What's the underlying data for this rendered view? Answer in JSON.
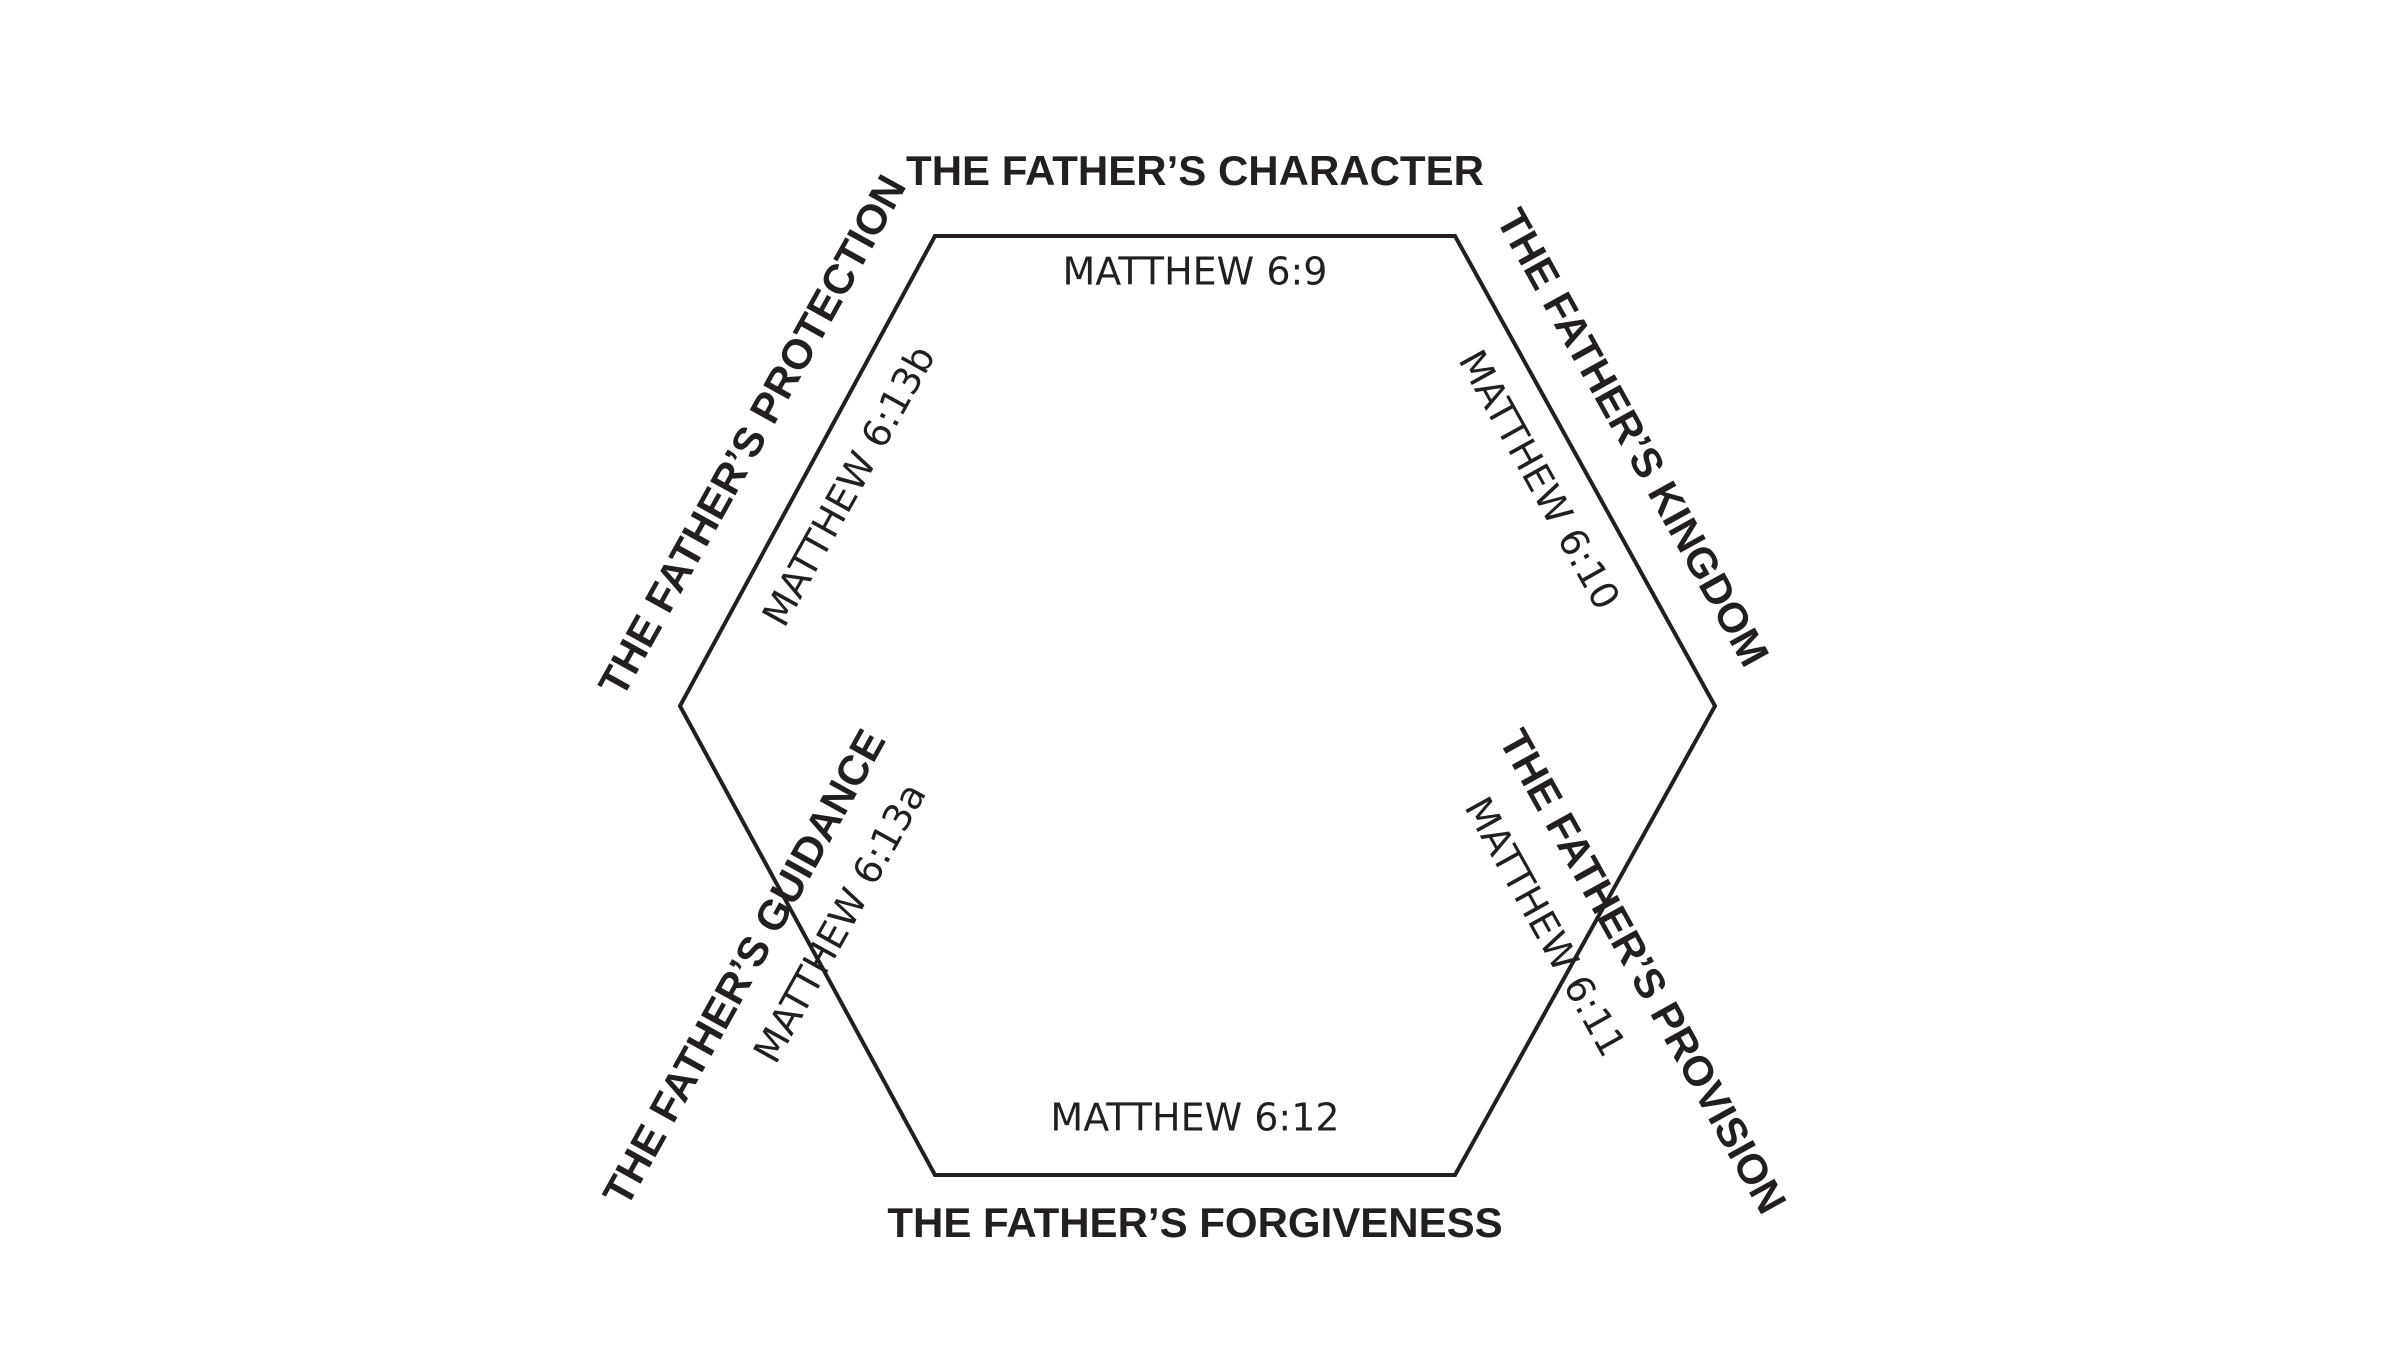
{
  "sides": [
    {
      "id": "top",
      "title": "THE FATHER’S CHARACTER",
      "reference": "MATTHEW 6:9"
    },
    {
      "id": "upper-right",
      "title": "THE FATHER’S KINGDOM",
      "reference": "MATTHEW 6:10"
    },
    {
      "id": "lower-right",
      "title": "THE FATHER’S PROVISION",
      "reference": "MATTHEW 6:11"
    },
    {
      "id": "bottom",
      "title": "THE FATHER’S FORGIVENESS",
      "reference": "MATTHEW 6:12"
    },
    {
      "id": "lower-left",
      "title": "THE FATHER’S GUIDANCE",
      "reference": "MATTHEW 6:13a"
    },
    {
      "id": "upper-left",
      "title": "THE FATHER’S PROTECTION",
      "reference": "MATTHEW 6:13b"
    }
  ]
}
